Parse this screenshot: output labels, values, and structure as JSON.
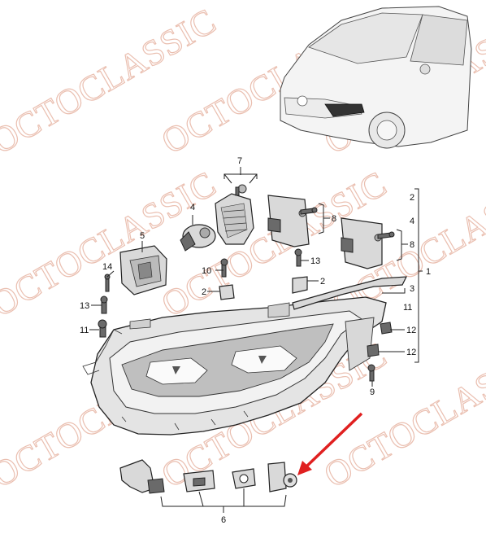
{
  "watermark": {
    "text": "OCTOCLASSIC",
    "color": "#e8b8a8"
  },
  "callouts": {
    "c1": "1",
    "c2a": "2",
    "c2b": "2",
    "c2c": "2",
    "c3": "3",
    "c4a": "4",
    "c4b": "4",
    "c5": "5",
    "c6": "6",
    "c7": "7",
    "c8a": "8",
    "c8b": "8",
    "c9": "9",
    "c10": "10",
    "c11a": "11",
    "c11b": "11",
    "c12a": "12",
    "c12b": "12",
    "c13a": "13",
    "c13b": "13",
    "c14": "14"
  },
  "arrow_color": "#e02020"
}
